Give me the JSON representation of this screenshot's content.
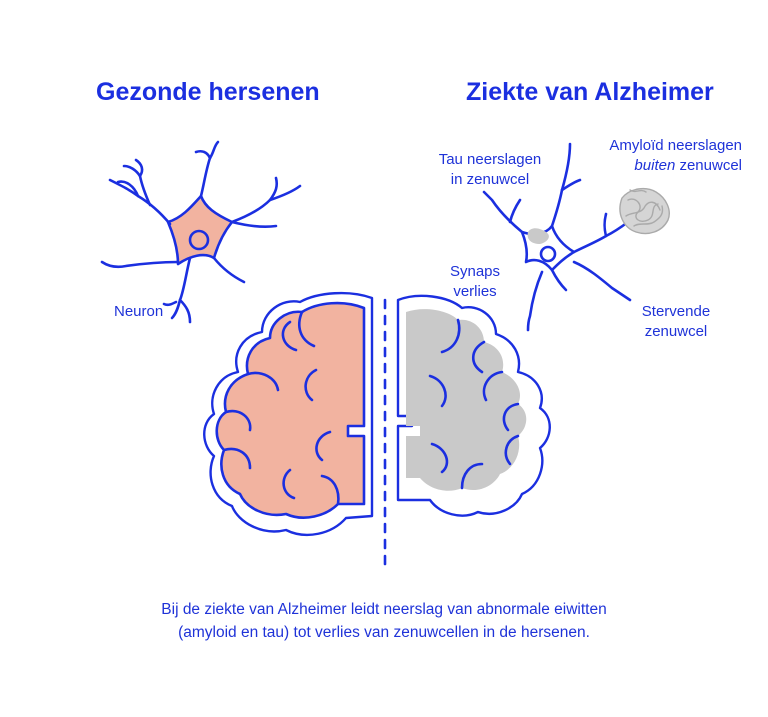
{
  "titles": {
    "healthy": "Gezonde hersenen",
    "alzheimer": "Ziekte van Alzheimer"
  },
  "labels": {
    "neuron": "Neuron",
    "tau_line1": "Tau neerslagen",
    "tau_line2": "in zenuwcel",
    "amyloid_line1": "Amyloïd neerslagen",
    "amyloid_line2_em": "buiten",
    "amyloid_line2_rest": " zenuwcel",
    "synapse_line1": "Synaps",
    "synapse_line2": "verlies",
    "dying_line1": "Stervende",
    "dying_line2": "zenuwcel"
  },
  "caption": {
    "line1": "Bij de ziekte van Alzheimer leidt neerslag van abnormale eiwitten",
    "line2": "(amyloid en tau) tot verlies van zenuwcellen in de hersenen."
  },
  "colors": {
    "outline": "#1b2fe0",
    "healthy_fill": "#f2b3a0",
    "disease_fill": "#c9c9c9",
    "background": "#ffffff"
  }
}
